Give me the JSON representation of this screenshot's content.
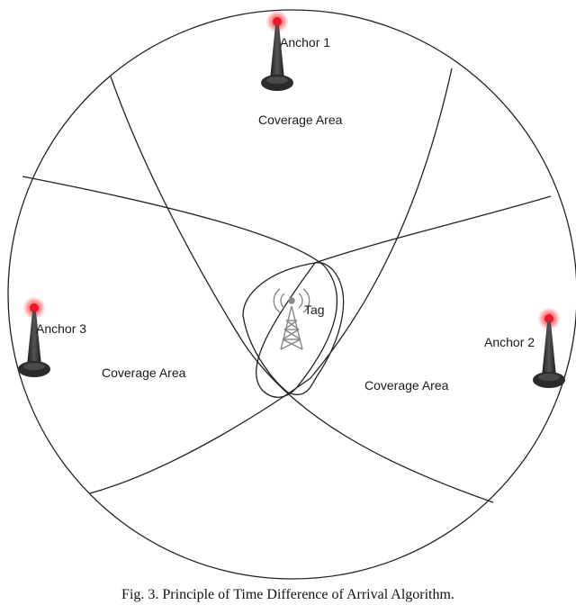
{
  "anchors": {
    "a1": {
      "label": "Anchor 1"
    },
    "a2": {
      "label": "Anchor 2"
    },
    "a3": {
      "label": "Anchor 3"
    }
  },
  "coverage_label": "Coverage Area",
  "tag_label": "Tag",
  "caption": "Fig. 3. Principle of Time Difference of Arrival Algorithm.",
  "colors": {
    "anchor_light": "#e8192c",
    "anchor_body": "#2b2b2b",
    "line": "#222222"
  },
  "icons": {
    "anchor": "antenna-anchor-icon",
    "tag": "radio-tower-icon"
  }
}
